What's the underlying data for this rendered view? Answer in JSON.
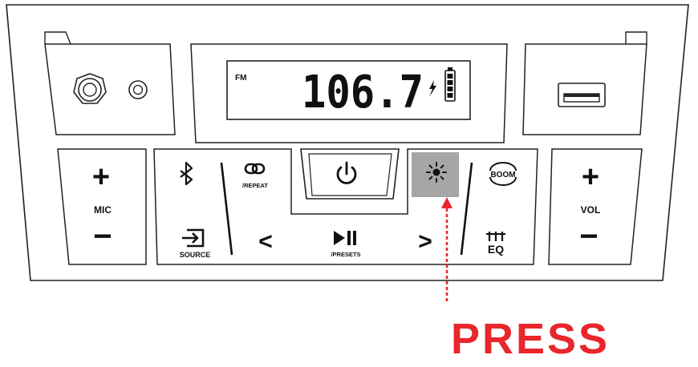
{
  "display": {
    "band": "FM",
    "frequency": "106.7"
  },
  "mic": {
    "plus": "+",
    "label": "MIC",
    "minus": "−"
  },
  "vol": {
    "plus": "+",
    "label": "VOL",
    "minus": "−"
  },
  "buttons": {
    "repeat_label": "/REPEAT",
    "source_label": "SOURCE",
    "presets_label": "/PRESETS",
    "prev_symbol": "<",
    "next_symbol": ">",
    "eq_label": "EQ",
    "boom_label": "BOOM"
  },
  "callout": {
    "text": "PRESS",
    "color": "#e8262c",
    "highlight_color": "#a6a6a6"
  },
  "icons": [
    "bluetooth-icon",
    "link-icon",
    "power-icon",
    "light-icon",
    "boom-icon",
    "source-icon",
    "play-pause-icon",
    "eq-icon",
    "battery-icon",
    "lightning-icon",
    "usb-port-icon",
    "headphone-jack-icon"
  ]
}
